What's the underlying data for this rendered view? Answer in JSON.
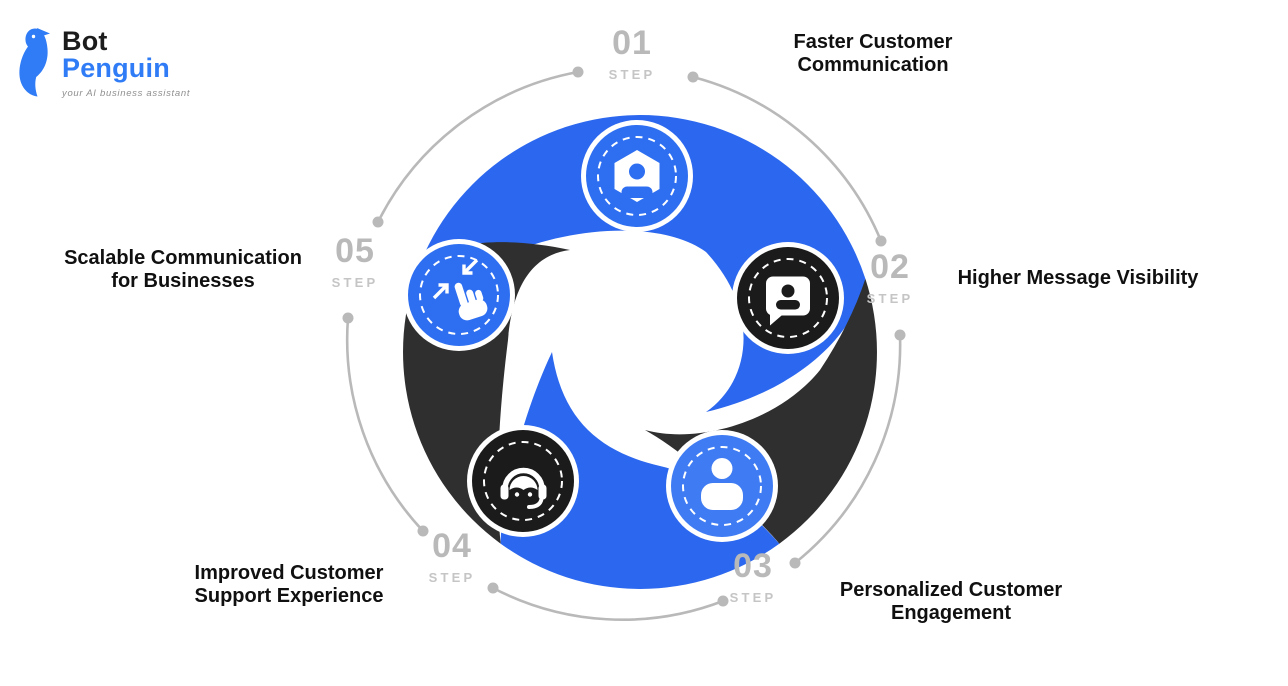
{
  "logo": {
    "line1": "Bot",
    "line2": "Penguin",
    "tagline": "your AI business assistant"
  },
  "steps": [
    {
      "num": "01",
      "tag": "STEP",
      "title_line1": "Faster Customer",
      "title_line2": "Communication",
      "icon": "user-hexagon-icon",
      "badge_color": "blue"
    },
    {
      "num": "02",
      "tag": "STEP",
      "title_line1": "Higher Message Visibility",
      "title_line2": "",
      "icon": "chat-contact-icon",
      "badge_color": "black"
    },
    {
      "num": "03",
      "tag": "STEP",
      "title_line1": "Personalized Customer",
      "title_line2": "Engagement",
      "icon": "person-icon",
      "badge_color": "blue"
    },
    {
      "num": "04",
      "tag": "STEP",
      "title_line1": "Improved Customer",
      "title_line2": "Support Experience",
      "icon": "support-headset-icon",
      "badge_color": "black"
    },
    {
      "num": "05",
      "tag": "STEP",
      "title_line1": "Scalable Communication",
      "title_line2": "for Businesses",
      "icon": "pinch-tap-icon",
      "badge_color": "blue"
    }
  ],
  "colors": {
    "blue": "#2c68ef",
    "dark": "#2e2f2e",
    "badge-blue": "#2e6ff2",
    "badge-blue-light": "#3f7cf3",
    "badge-dark": "#1b1b1b",
    "arc": "#b9b9b9",
    "step-num": "#b9b9b9",
    "step-tag": "#c5c5c5",
    "title": "#101010",
    "logo-blue": "#2f7cf6",
    "logo-dark": "#1c1c1c",
    "logo-gray": "#8f8f8f"
  }
}
